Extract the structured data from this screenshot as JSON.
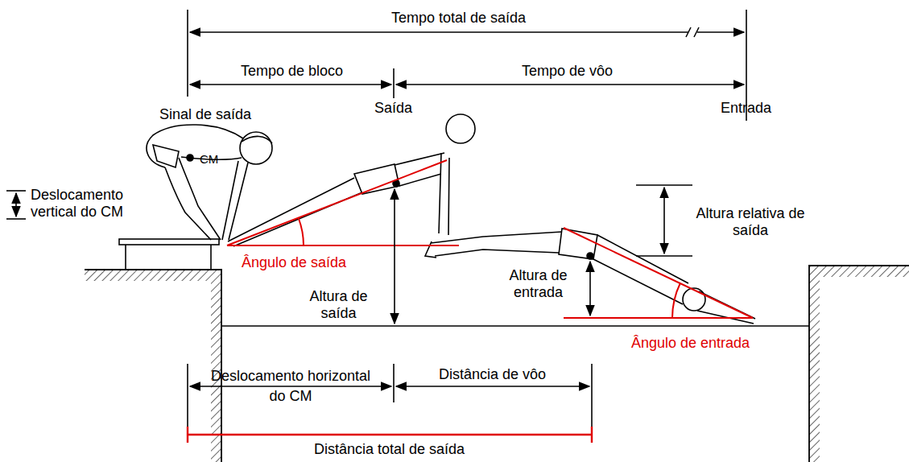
{
  "diagram": {
    "labels": [
      "Tempo total de saída",
      "Tempo de bloco",
      "Tempo de vôo",
      "Sinal de saída",
      "Saída",
      "Entrada",
      "CM",
      "Deslocamento vertical do CM",
      "Altura relativa de saída",
      "Ângulo de saída",
      "Altura de entrada",
      "Altura de saída",
      "Ângulo de entrada",
      "Deslocamento horizontal do CM",
      "Distância de vôo",
      "Distância total de saída"
    ]
  }
}
